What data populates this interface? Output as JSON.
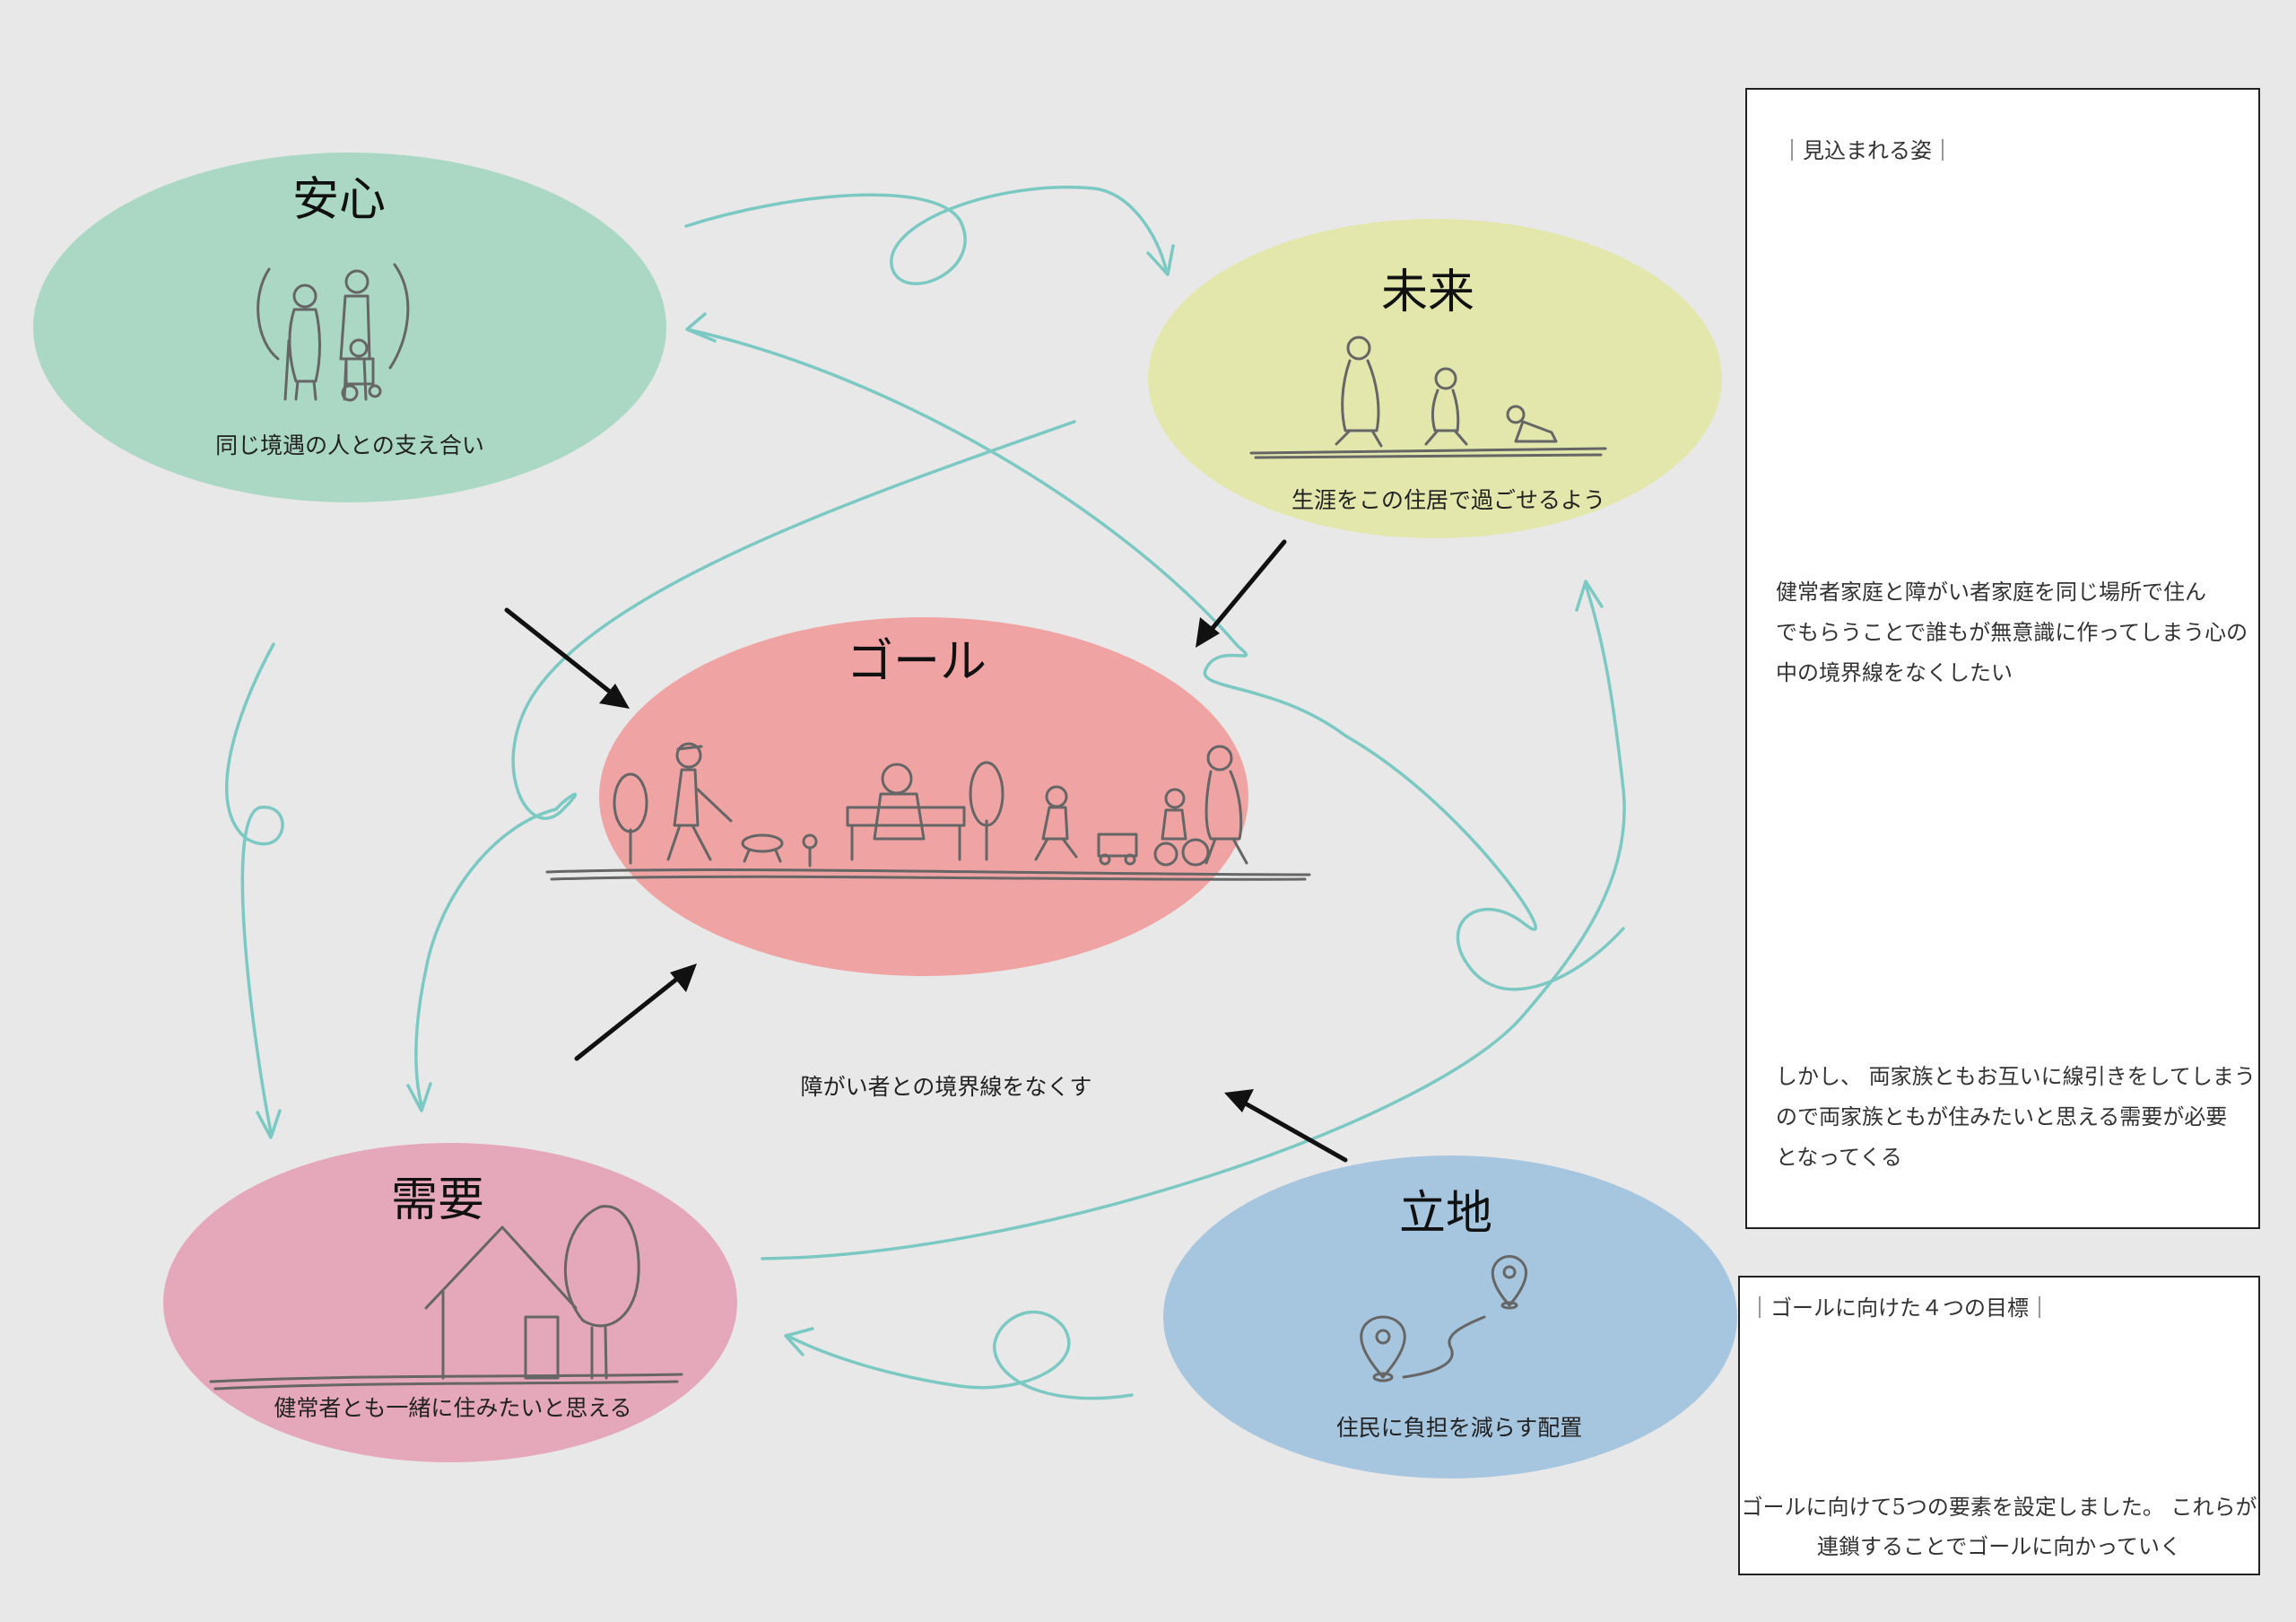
{
  "nodes": {
    "anshin": {
      "title": "安心",
      "caption": "同じ境遇の人との支え合い",
      "color": "#abd8c4"
    },
    "mirai": {
      "title": "未来",
      "caption": "生涯をこの住居で過ごせるよう",
      "color": "#e3e7ab"
    },
    "goal": {
      "title": "ゴール",
      "caption": "障がい者との境界線をなくす",
      "color": "#f0a3a3"
    },
    "juyou": {
      "title": "需要",
      "caption": "健常者とも一緒に住みたいと思える",
      "color": "#e5a7ba"
    },
    "ritchi": {
      "title": "立地",
      "caption": "住民に負担を減らす配置",
      "color": "#a6c5de"
    }
  },
  "colors": {
    "background": "#e8e8e8",
    "flow": "#7cc9c4",
    "cycle_blue": "#a9cfe8",
    "cycle_yellow": "#eef2b0"
  },
  "panel_expected": {
    "heading": "｜見込まれる姿｜",
    "text1_lines": [
      "健常者家庭と障がい者家庭を同じ場所で住ん",
      "でもらうことで誰もが無意識に作ってしまう心の",
      "中の境界線をなくしたい"
    ],
    "text2_lines": [
      "しかし、 両家族ともお互いに線引きをしてしまう",
      "ので両家族ともが住みたいと思える需要が必要",
      "となってくる"
    ]
  },
  "panel_goals": {
    "heading": "｜ゴールに向けた４つの目標｜",
    "text_lines": [
      "ゴールに向けて5つの要素を設定しました。 これらが",
      "連鎖することでゴールに向かっていく"
    ]
  }
}
